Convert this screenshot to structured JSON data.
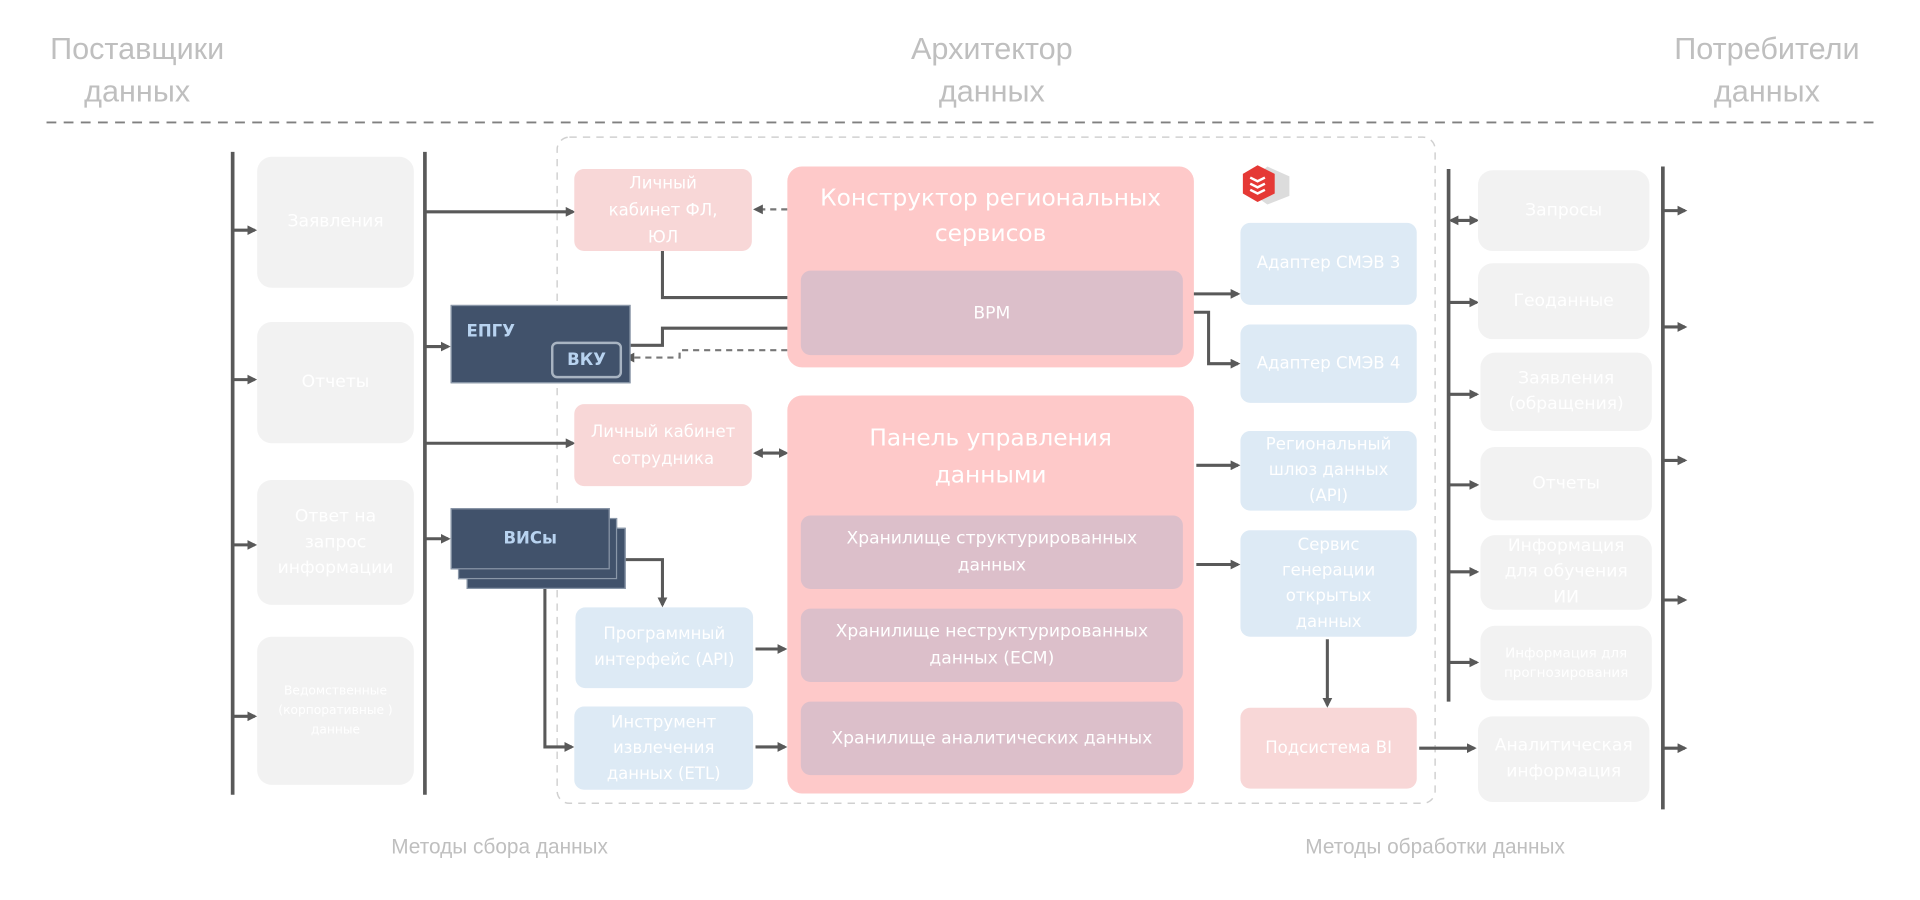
{
  "header": {
    "suppliers": [
      "Поставщики",
      "данных"
    ],
    "architect": [
      "Архитектор",
      "данных"
    ],
    "consumers": [
      "Потребители",
      "данных"
    ]
  },
  "suppliers": [
    "Заявления",
    "Отчеты",
    "Ответ на запрос информации",
    "Ведомственные (корпоративные ) данные"
  ],
  "collection": {
    "personal_cabinet_citizen": "Личный кабинет ФЛ, ЮЛ",
    "epgu": "ЕПГУ",
    "vku": "ВКУ",
    "personal_cabinet_employee": "Личный кабинет сотрудника",
    "vis": "ВИСы",
    "api": "Программный интерфейс (API)",
    "etl": "Инструмент извлечения данных (ETL)"
  },
  "constructor": {
    "title": "Конструктор региональных сервисов",
    "vrm": "ВРМ"
  },
  "panel": {
    "title": "Панель управления данными",
    "stores": [
      "Хранилище структурированных данных",
      "Хранилище неструктурированных данных (ECM)",
      "Хранилище аналитических данных"
    ]
  },
  "processing": {
    "smev3": "Адаптер СМЭВ 3",
    "smev4": "Адаптер СМЭВ 4",
    "gateway": "Региональный шлюз данных (API)",
    "open_data": "Сервис генерации открытых данных",
    "bi": "Подсистема BI",
    "logo_icon": "stacked-layers-logo"
  },
  "consumers": [
    "Запросы",
    "Геоданные",
    "Заявления (обращения)",
    "Отчеты",
    "Информация для обучения ИИ",
    "Информация для прогнозирования",
    "Аналитическая информация"
  ],
  "footer": {
    "collection": "Методы сбора данных",
    "processing": "Методы обработки данных"
  },
  "colors": {
    "pink": "#fec9c9",
    "inner": "#dcbfca",
    "light_pink": "#f8d7d7",
    "light_blue": "#ddeaf5",
    "dark": "#41526b",
    "gray": "#f2f2f2",
    "line": "#595959"
  }
}
